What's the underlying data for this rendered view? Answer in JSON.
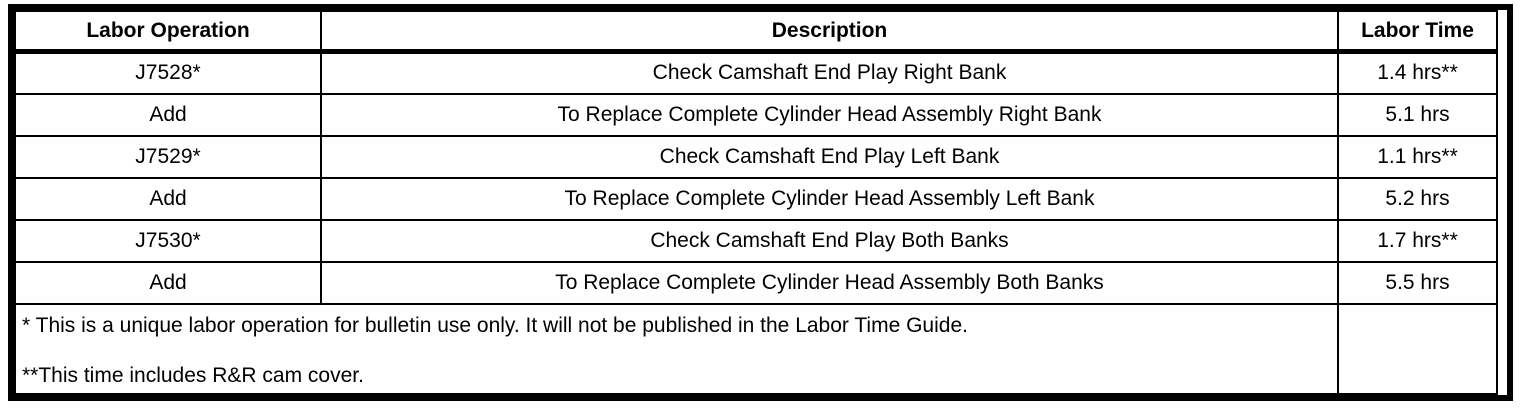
{
  "colors": {
    "border": "#000000",
    "background": "#ffffff",
    "text": "#000000"
  },
  "table": {
    "columns": [
      {
        "label": "Labor Operation"
      },
      {
        "label": "Description"
      },
      {
        "label": "Labor Time"
      }
    ],
    "rows": [
      {
        "op": "J7528*",
        "desc": "Check Camshaft End Play Right Bank",
        "time": "1.4 hrs**"
      },
      {
        "op": "Add",
        "desc": "To Replace Complete Cylinder Head Assembly Right Bank",
        "time": "5.1 hrs"
      },
      {
        "op": "J7529*",
        "desc": "Check Camshaft End Play Left Bank",
        "time": "1.1 hrs**"
      },
      {
        "op": "Add",
        "desc": "To Replace Complete Cylinder Head Assembly Left Bank",
        "time": "5.2 hrs"
      },
      {
        "op": "J7530*",
        "desc": "Check Camshaft End Play Both Banks",
        "time": "1.7 hrs**"
      },
      {
        "op": "Add",
        "desc": "To Replace Complete Cylinder Head Assembly Both Banks",
        "time": "5.5 hrs"
      }
    ],
    "footnotes": [
      "* This is a unique labor operation for bulletin use only. It will not be published in the Labor Time Guide.",
      "**This time includes R&R cam cover."
    ]
  }
}
